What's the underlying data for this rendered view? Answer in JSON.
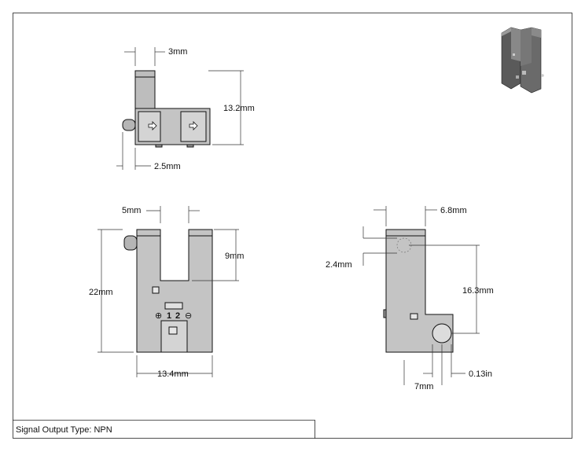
{
  "drawing": {
    "footer_text": "Signal Output Type: NPN",
    "symbols": {
      "plus": "⊕",
      "one": "1",
      "two": "2",
      "minus": "⊖"
    },
    "dimensions": {
      "top_width": "3mm",
      "top_height": "13.2mm",
      "top_offset": "2.5mm",
      "front_slot_width": "5mm",
      "front_slot_depth": "9mm",
      "front_height": "22mm",
      "front_width": "13.4mm",
      "side_width": "6.8mm",
      "side_hole_offset": "2.4mm",
      "side_height": "16.3mm",
      "side_tab": "7mm",
      "side_hole_dia": "0.13in"
    },
    "colors": {
      "body": "#b8b8b8",
      "body_dark": "#9a9a9a",
      "face": "#d0d0d0",
      "line": "#111111"
    }
  }
}
